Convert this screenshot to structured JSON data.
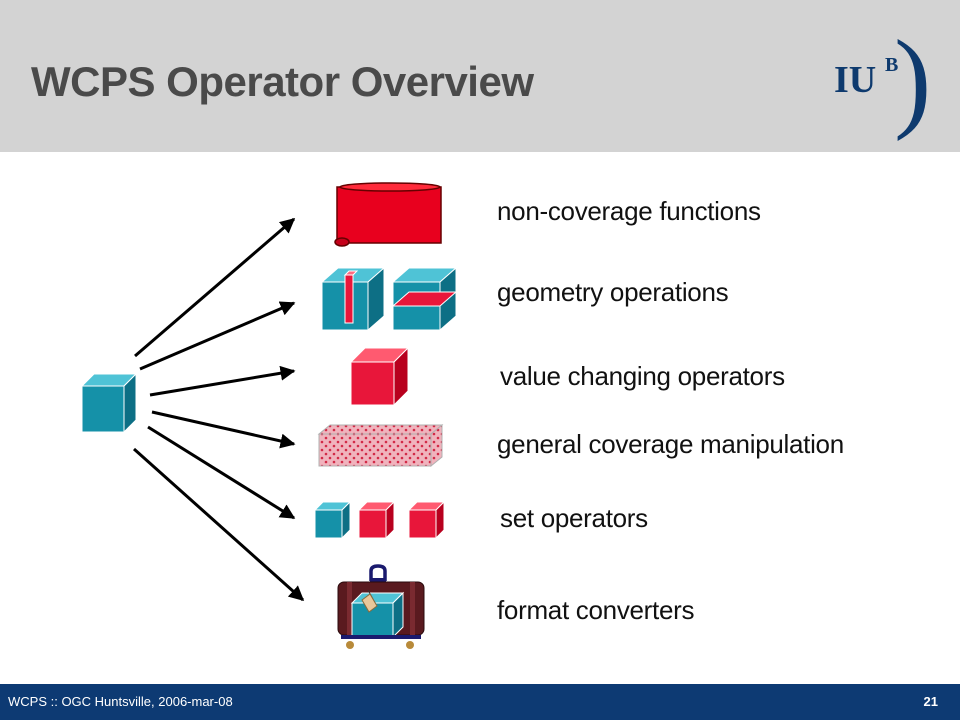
{
  "slide": {
    "title": "WCPS Operator Overview"
  },
  "logo": {
    "text": "IU",
    "superscript": "B",
    "paren": ")"
  },
  "operators": [
    {
      "label": "non-coverage functions",
      "icon": "scroll-icon"
    },
    {
      "label": "geometry operations",
      "icon": "sliced-cubes-icon"
    },
    {
      "label": "value changing operators",
      "icon": "red-cube-icon"
    },
    {
      "label": "general coverage manipulation",
      "icon": "patterned-slab-icon"
    },
    {
      "label": "set operators",
      "icon": "three-cubes-icon"
    },
    {
      "label": "format converters",
      "icon": "suitcase-icon"
    }
  ],
  "colors": {
    "header_bg": "#d3d3d3",
    "footer_bg": "#0d3a73",
    "teal": "#1591a8",
    "red": "#e8163a"
  },
  "footer": {
    "text": "WCPS :: OGC Huntsville, 2006-mar-08",
    "page_number": "21"
  }
}
